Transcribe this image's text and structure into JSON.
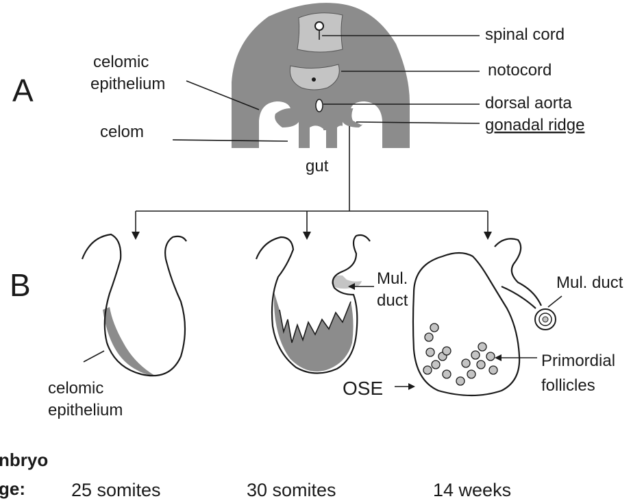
{
  "panels": {
    "a_letter": "A",
    "b_letter": "B"
  },
  "cross_section": {
    "spinal_cord": "spinal cord",
    "notocord": "notocord",
    "dorsal_aorta": "dorsal aorta",
    "gonadal_ridge": "gonadal ridge",
    "celomic_epithelium_line1": "celomic",
    "celomic_epithelium_line2": "epithelium",
    "celom": "celom",
    "gut": "gut"
  },
  "stages_drawing": {
    "celomic_epithelium_line1": "celomic",
    "celomic_epithelium_line2": "epithelium",
    "mul_duct_1_line1": "Mul.",
    "mul_duct_1_line2": "duct",
    "mul_duct_2": "Mul. duct",
    "primordial_line1": "Primordial",
    "primordial_line2": "follicles",
    "ose": "OSE"
  },
  "footer": {
    "embryo_label": "nbryo",
    "stage_label": "ge:",
    "stage_1": "25 somites",
    "stage_2": "30 somites",
    "stage_3": "14 weeks"
  },
  "colors": {
    "body_fill": "#8c8c8c",
    "light_fill": "#c4c4c4",
    "ink": "#1a1a1a"
  }
}
